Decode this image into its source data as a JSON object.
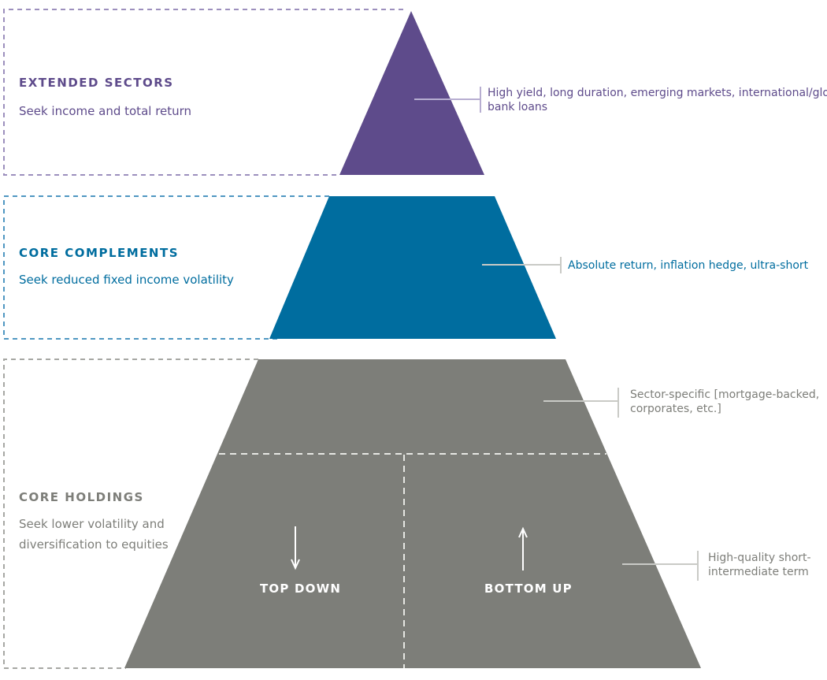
{
  "colors": {
    "extended": "#5e4b8b",
    "complements": "#006d9f",
    "core": "#7d7e79",
    "text_dark": "#6b6c67",
    "callout_line": "#c9cac6"
  },
  "tiers": [
    {
      "title": "EXTENDED SECTORS",
      "subtitle_lines": [
        "Seek income and total return"
      ],
      "callout_lines": [
        "High yield, long duration, emerging markets, international/global,",
        "bank loans"
      ]
    },
    {
      "title": "CORE COMPLEMENTS",
      "subtitle_lines": [
        "Seek reduced fixed income volatility"
      ],
      "callout_lines": [
        "Absolute return, inflation hedge, ultra-short"
      ]
    },
    {
      "title": "CORE HOLDINGS",
      "subtitle_lines": [
        "Seek lower volatility and",
        "diversification to equities"
      ],
      "callout_upper_lines": [
        "Sector-specific [mortgage-backed,",
        "corporates, etc.]"
      ],
      "callout_lower_lines": [
        "High-quality short-",
        "intermediate term"
      ]
    }
  ],
  "directions": {
    "left_label": "TOP DOWN",
    "left_arrow": "down-arrow-icon",
    "right_label": "BOTTOM UP",
    "right_arrow": "up-arrow-icon"
  }
}
